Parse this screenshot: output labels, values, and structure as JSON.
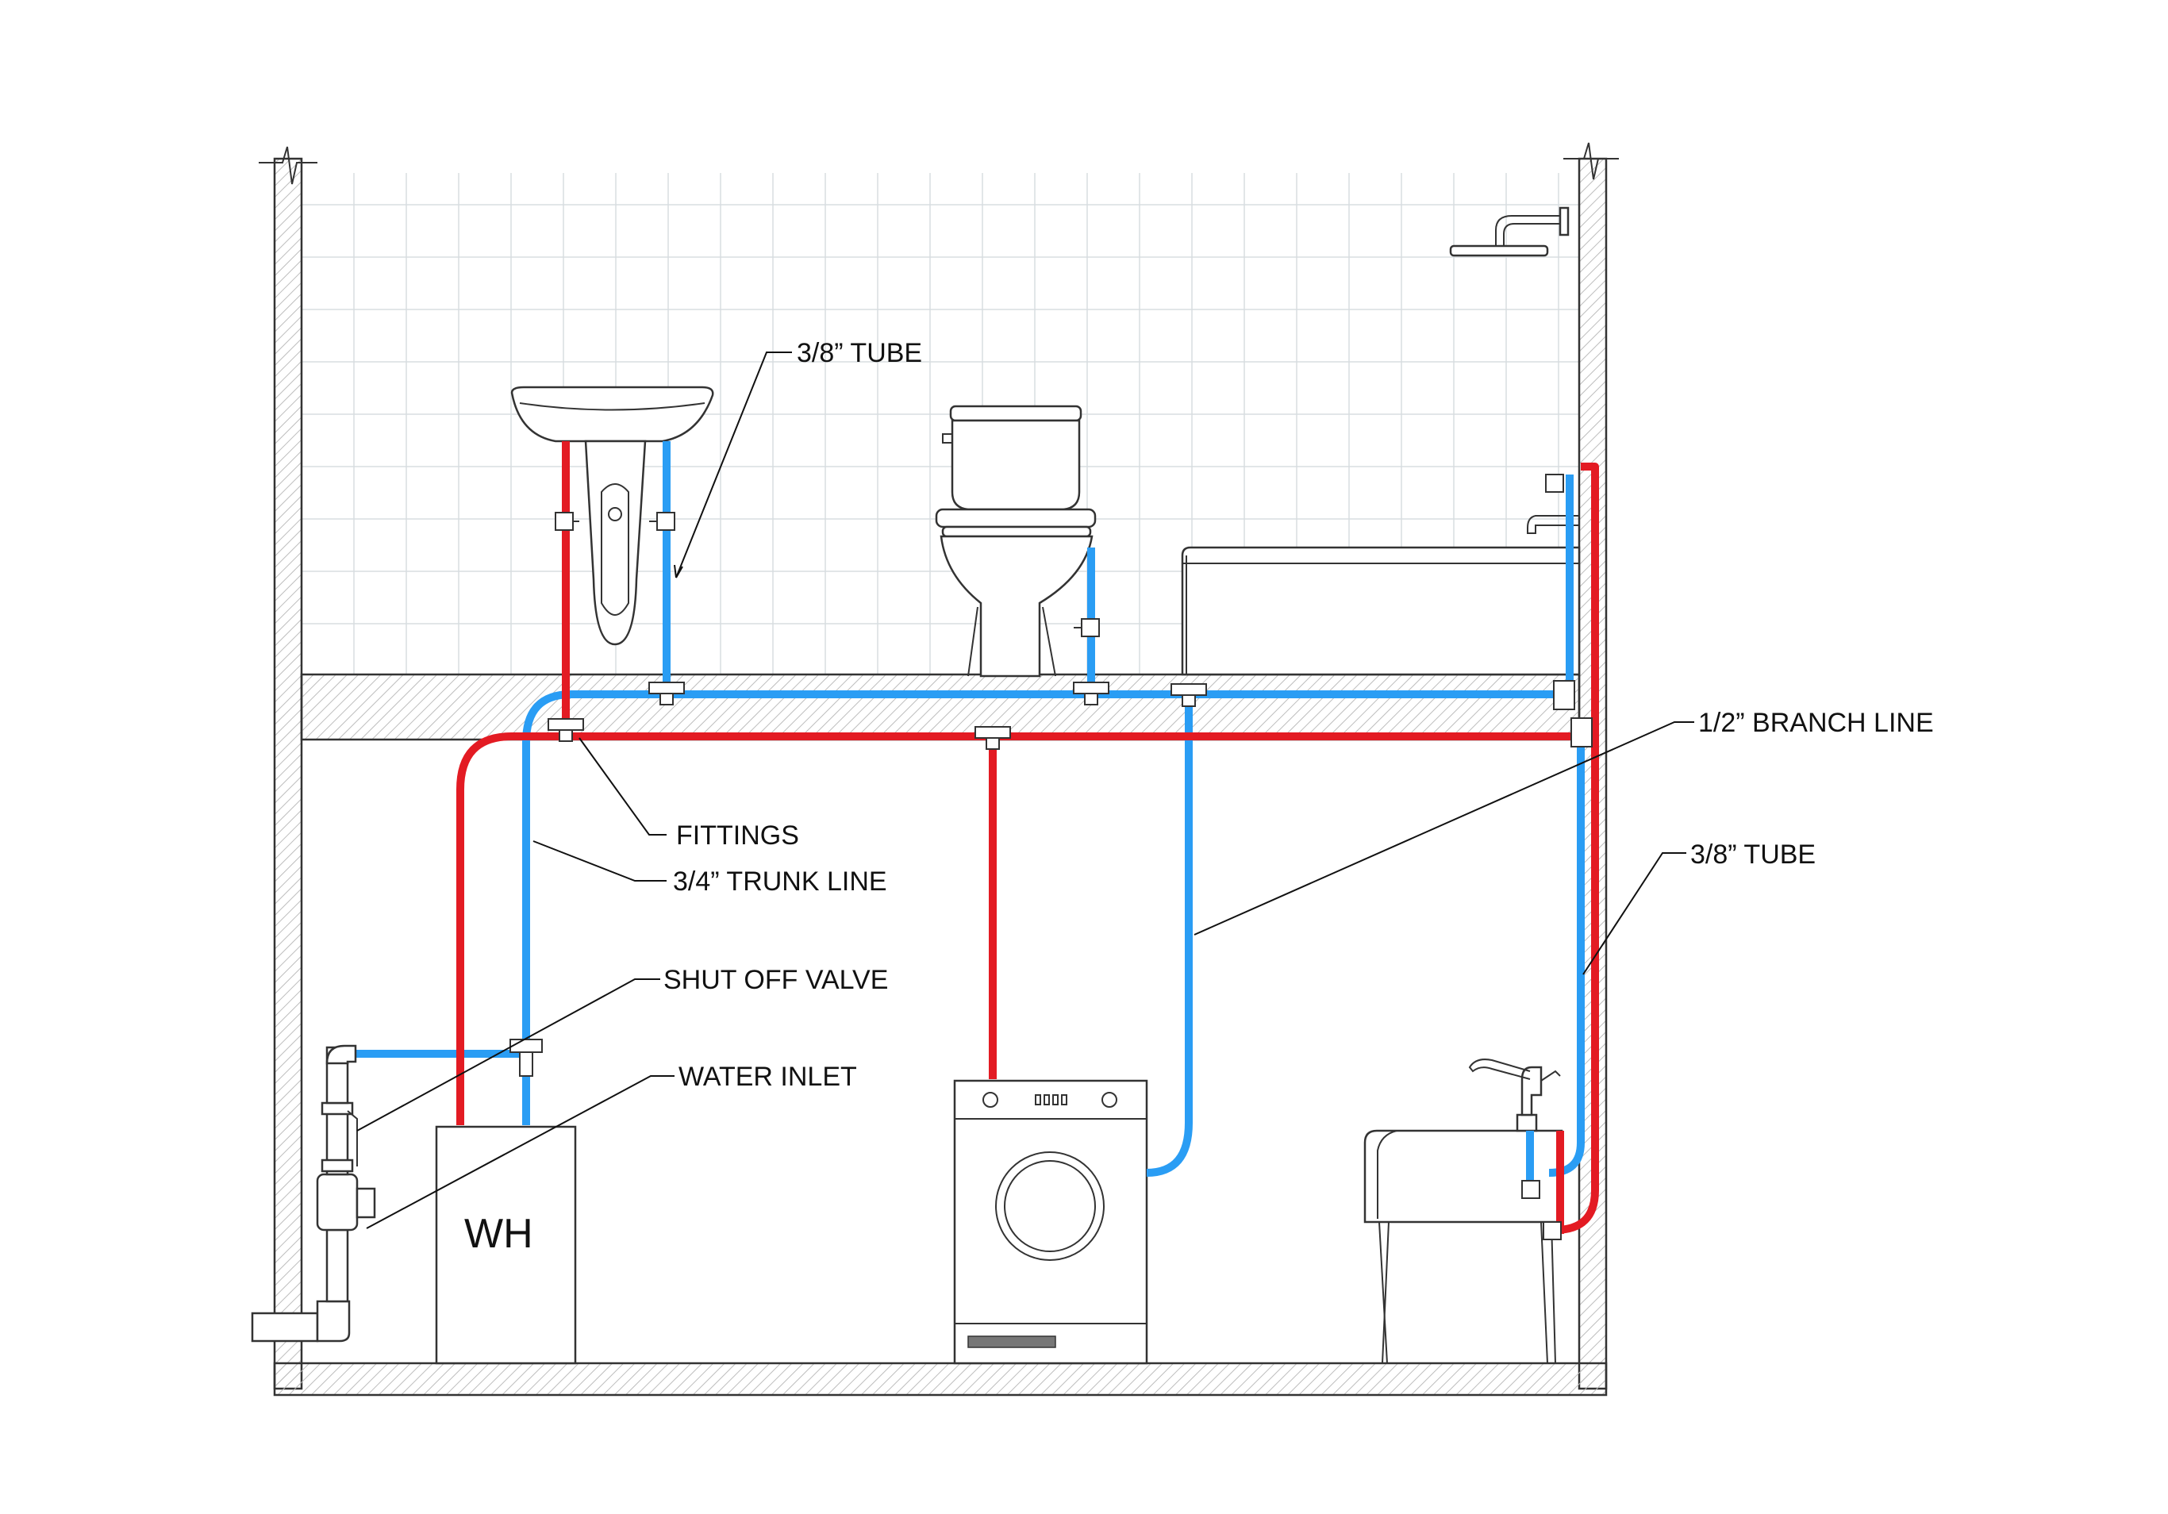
{
  "labels": {
    "tube_upper": "3/8” TUBE",
    "branch_line": "1/2” BRANCH LINE",
    "tube_right": "3/8” TUBE",
    "fittings": "FITTINGS",
    "trunk_line": "3/4” TRUNK LINE",
    "shut_off_valve": "SHUT OFF VALVE",
    "water_inlet": "WATER INLET"
  },
  "water_heater": {
    "label": "WH"
  },
  "colors": {
    "hot_water": "#e31b23",
    "cold_water": "#2a9df4",
    "linework": "#333333",
    "tile_grid": "#d8dde0"
  },
  "icons": [
    "sink-icon",
    "toilet-icon",
    "bathtub-icon",
    "shower-head-icon",
    "washing-machine-icon",
    "utility-sink-icon",
    "water-heater-icon",
    "valve-icon"
  ]
}
